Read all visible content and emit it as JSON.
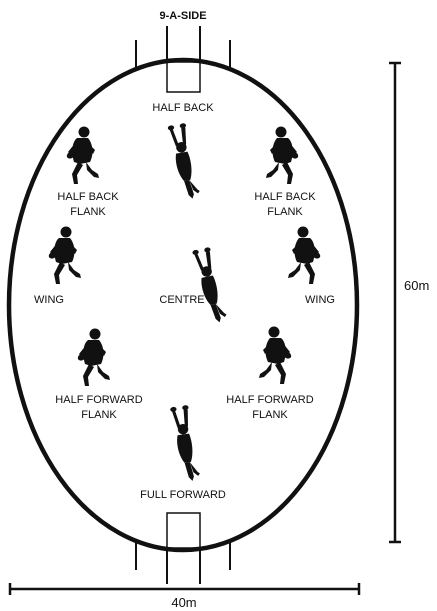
{
  "title": "9-A-SIDE",
  "dimensions": {
    "width": "40m",
    "length": "60m"
  },
  "colors": {
    "ink": "#111111",
    "background": "#ffffff"
  },
  "positions": [
    {
      "lines": [
        "HALF BACK"
      ],
      "icon": "player-marking-icon"
    },
    {
      "lines": [
        "HALF BACK",
        "FLANK"
      ],
      "icon": "player-running-icon"
    },
    {
      "lines": [
        "HALF BACK",
        "FLANK"
      ],
      "icon": "player-running-icon"
    },
    {
      "lines": [
        "WING"
      ],
      "icon": "player-running-icon"
    },
    {
      "lines": [
        "CENTRE"
      ],
      "icon": "player-marking-icon"
    },
    {
      "lines": [
        "WING"
      ],
      "icon": "player-running-icon"
    },
    {
      "lines": [
        "HALF FORWARD",
        "FLANK"
      ],
      "icon": "player-running-icon"
    },
    {
      "lines": [
        "HALF FORWARD",
        "FLANK"
      ],
      "icon": "player-running-icon"
    },
    {
      "lines": [
        "FULL FORWARD"
      ],
      "icon": "player-marking-icon"
    }
  ]
}
